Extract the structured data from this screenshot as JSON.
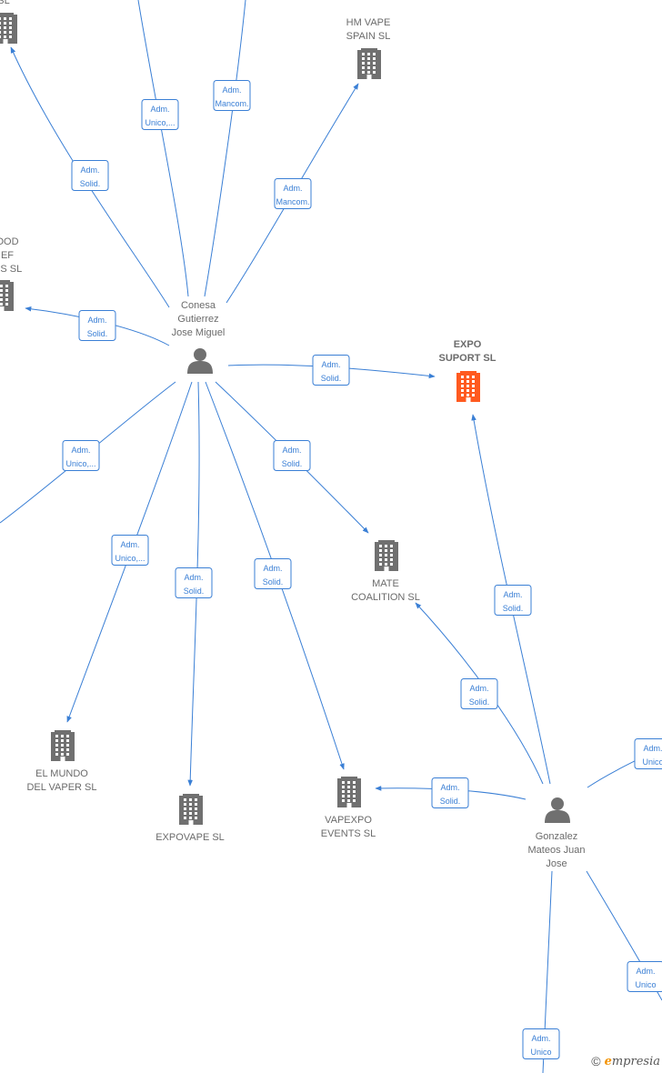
{
  "nodes": [
    {
      "id": "top-left-co",
      "kind": "company",
      "lines": [
        "SL"
      ],
      "highlight": false
    },
    {
      "id": "hm-vape",
      "kind": "company",
      "lines": [
        "HM VAPE",
        "SPAIN  SL"
      ],
      "highlight": false
    },
    {
      "id": "food-left",
      "kind": "company",
      "lines": [
        "OOD",
        "EF",
        "OS  SL"
      ],
      "highlight": false
    },
    {
      "id": "conesa",
      "kind": "person",
      "lines": [
        "Conesa",
        "Gutierrez",
        "Jose Miguel"
      ]
    },
    {
      "id": "expo-suport",
      "kind": "company",
      "lines": [
        "EXPO",
        "SUPORT  SL"
      ],
      "highlight": true
    },
    {
      "id": "mate",
      "kind": "company",
      "lines": [
        "MATE",
        "COALITION  SL"
      ],
      "highlight": false
    },
    {
      "id": "el-mundo",
      "kind": "company",
      "lines": [
        "EL MUNDO",
        "DEL VAPER  SL"
      ],
      "highlight": false
    },
    {
      "id": "expovape",
      "kind": "company",
      "lines": [
        "EXPOVAPE  SL"
      ],
      "highlight": false
    },
    {
      "id": "vapexpo",
      "kind": "company",
      "lines": [
        "VAPEXPO",
        "EVENTS  SL"
      ],
      "highlight": false
    },
    {
      "id": "gonzalez",
      "kind": "person",
      "lines": [
        "Gonzalez",
        "Mateos Juan",
        "Jose"
      ]
    }
  ],
  "edges": [
    {
      "id": "e-c-topleft",
      "label": [
        "Adm.",
        "Solid."
      ]
    },
    {
      "id": "e-c-unico-top",
      "label": [
        "Adm.",
        "Unico,..."
      ]
    },
    {
      "id": "e-c-mancom-top",
      "label": [
        "Adm.",
        "Mancom."
      ]
    },
    {
      "id": "e-c-hmvape",
      "label": [
        "Adm.",
        "Mancom."
      ]
    },
    {
      "id": "e-c-food",
      "label": [
        "Adm.",
        "Solid."
      ]
    },
    {
      "id": "e-c-expo",
      "label": [
        "Adm.",
        "Solid."
      ]
    },
    {
      "id": "e-c-left",
      "label": [
        "Adm.",
        "Unico,..."
      ]
    },
    {
      "id": "e-c-mate",
      "label": [
        "Adm.",
        "Solid."
      ]
    },
    {
      "id": "e-c-elmundo",
      "label": [
        "Adm.",
        "Unico,..."
      ]
    },
    {
      "id": "e-c-expovape",
      "label": [
        "Adm.",
        "Solid."
      ]
    },
    {
      "id": "e-c-vapexpo",
      "label": [
        "Adm.",
        "Solid."
      ]
    },
    {
      "id": "e-g-expo",
      "label": [
        "Adm.",
        "Solid."
      ]
    },
    {
      "id": "e-g-mate",
      "label": [
        "Adm.",
        "Solid."
      ]
    },
    {
      "id": "e-g-vapexpo",
      "label": [
        "Adm.",
        "Solid."
      ]
    },
    {
      "id": "e-g-right",
      "label": [
        "Adm.",
        "Unico"
      ]
    },
    {
      "id": "e-g-bottomright",
      "label": [
        "Adm.",
        "Unico"
      ]
    },
    {
      "id": "e-g-bottom",
      "label": [
        "Adm.",
        "Unico"
      ]
    }
  ],
  "watermark": {
    "copyright": "©",
    "brand_initial": "e",
    "brand_rest": "mpresia"
  }
}
